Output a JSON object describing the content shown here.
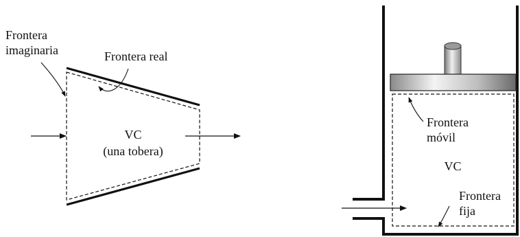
{
  "left_figure": {
    "label_imaginary_line1": "Frontera",
    "label_imaginary_line2": "imaginaria",
    "label_real": "Frontera real",
    "cv_label": "VC",
    "cv_sublabel": "(una tobera)"
  },
  "right_figure": {
    "label_moving_line1": "Frontera",
    "label_moving_line2": "móvil",
    "cv_label": "VC",
    "label_fixed_line1": "Frontera",
    "label_fixed_line2": "fija"
  },
  "colors": {
    "ink": "#111111",
    "piston_light": "#f2f2f2",
    "piston_dark": "#6f6f6f"
  }
}
